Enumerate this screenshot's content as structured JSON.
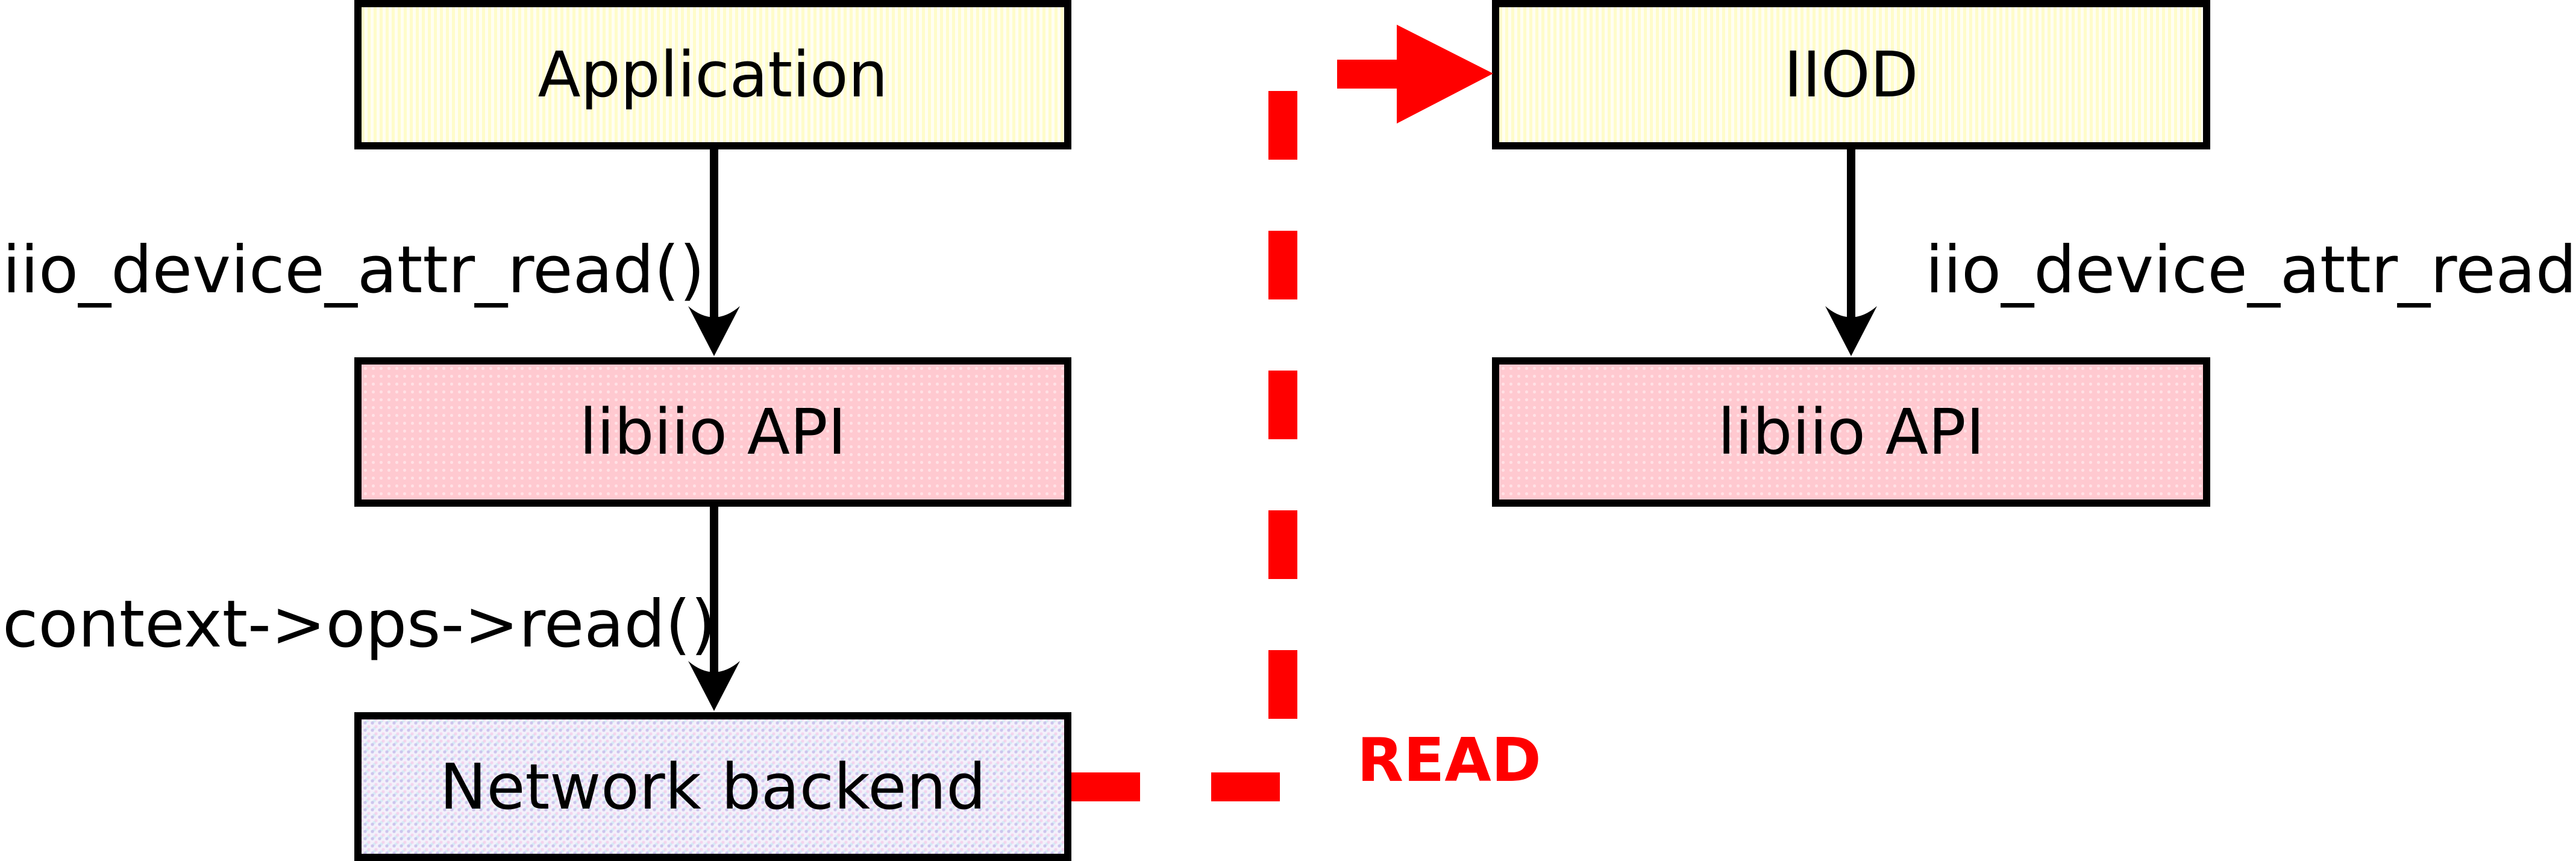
{
  "boxes": {
    "application": {
      "label": "Application"
    },
    "libiio_left": {
      "label": "libiio API"
    },
    "network_backend": {
      "label": "Network backend"
    },
    "iiod": {
      "label": "IIOD"
    },
    "libiio_right": {
      "label": "libiio API"
    }
  },
  "labels": {
    "left_call": "iio_device_attr_read()",
    "left_backend_call": "context->ops->read()",
    "right_call": "iio_device_attr_read()",
    "read_flow": "READ"
  },
  "colors": {
    "black": "#000000",
    "red": "#ff0000",
    "yellow_box": "#fffef2",
    "pink_box": "#ffc9d0",
    "lavender_box": "#f3f1fb",
    "text": "#000000"
  }
}
